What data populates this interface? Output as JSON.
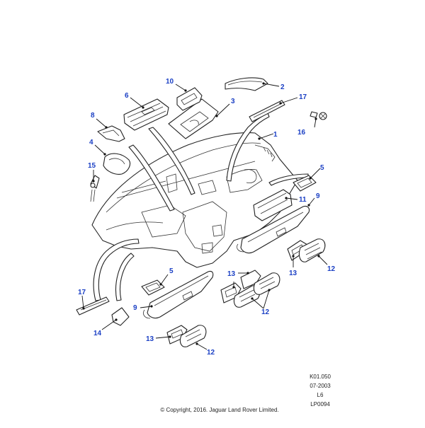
{
  "colors": {
    "callout": "#1a3fc4",
    "line": "#222222"
  },
  "callouts": [
    {
      "id": "c1",
      "label": "1"
    },
    {
      "id": "c2",
      "label": "2"
    },
    {
      "id": "c3",
      "label": "3"
    },
    {
      "id": "c4",
      "label": "4"
    },
    {
      "id": "c5a",
      "label": "5"
    },
    {
      "id": "c5b",
      "label": "5"
    },
    {
      "id": "c6",
      "label": "6"
    },
    {
      "id": "c8",
      "label": "8"
    },
    {
      "id": "c9a",
      "label": "9"
    },
    {
      "id": "c9b",
      "label": "9"
    },
    {
      "id": "c10",
      "label": "10"
    },
    {
      "id": "c11",
      "label": "11"
    },
    {
      "id": "c12a",
      "label": "12"
    },
    {
      "id": "c12b",
      "label": "12"
    },
    {
      "id": "c12c",
      "label": "12"
    },
    {
      "id": "c13a",
      "label": "13"
    },
    {
      "id": "c13b",
      "label": "13"
    },
    {
      "id": "c13c",
      "label": "13"
    },
    {
      "id": "c14",
      "label": "14"
    },
    {
      "id": "c15",
      "label": "15"
    },
    {
      "id": "c16",
      "label": "16"
    },
    {
      "id": "c17a",
      "label": "17"
    },
    {
      "id": "c17b",
      "label": "17"
    }
  ],
  "meta": {
    "code": "K01.050",
    "date": "07-2003",
    "level": "L6",
    "ref": "LP0094",
    "copyright": "© Copyright, 2016. Jaguar Land Rover Limited."
  }
}
